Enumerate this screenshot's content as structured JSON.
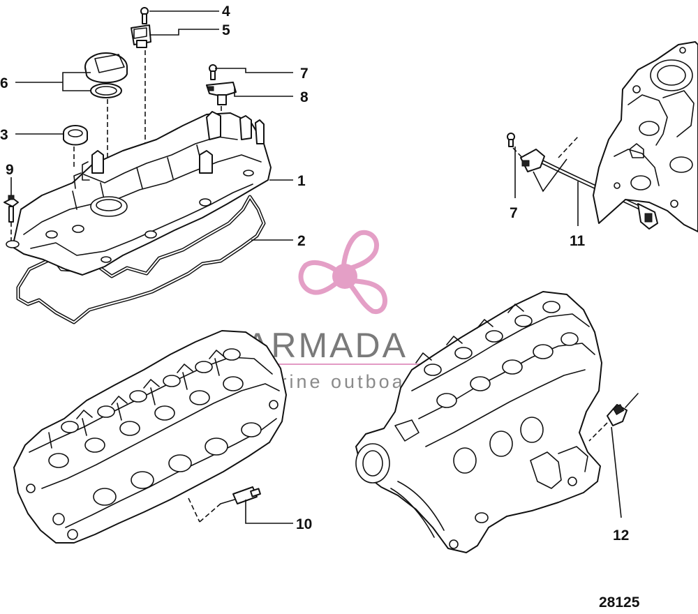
{
  "figure": {
    "number": "28125"
  },
  "watermark": {
    "brand": "ARMADA",
    "tagline": "marine outboard",
    "logo_icon": "propeller-icon",
    "colors": {
      "logo": "#e39ac4",
      "text": "#7a7a7a"
    }
  },
  "callouts": [
    {
      "id": "c4",
      "label": "4"
    },
    {
      "id": "c5",
      "label": "5"
    },
    {
      "id": "c6",
      "label": "6"
    },
    {
      "id": "c7a",
      "label": "7"
    },
    {
      "id": "c8",
      "label": "8"
    },
    {
      "id": "c3",
      "label": "3"
    },
    {
      "id": "c1",
      "label": "1"
    },
    {
      "id": "c9",
      "label": "9"
    },
    {
      "id": "c2",
      "label": "2"
    },
    {
      "id": "c7b",
      "label": "7"
    },
    {
      "id": "c11",
      "label": "11"
    },
    {
      "id": "c10",
      "label": "10"
    },
    {
      "id": "c12",
      "label": "12"
    }
  ]
}
